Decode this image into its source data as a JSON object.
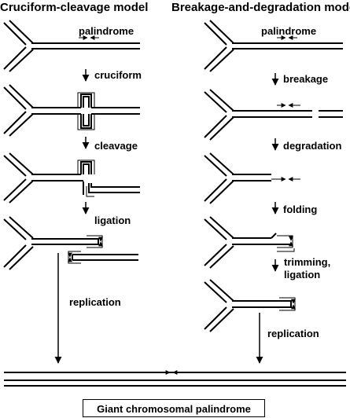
{
  "titles": {
    "left": "Cruciform-cleavage model",
    "right": "Breakage-and-degradation model"
  },
  "left_steps": {
    "palindrome": "palindrome",
    "cruciform": "cruciform",
    "cleavage": "cleavage",
    "ligation": "ligation",
    "replication": "replication"
  },
  "right_steps": {
    "palindrome": "palindrome",
    "breakage": "breakage",
    "degradation": "degradation",
    "folding": "folding",
    "trimming": "trimming,",
    "ligation": "ligation",
    "replication": "replication"
  },
  "result": "Giant chromosomal palindrome"
}
